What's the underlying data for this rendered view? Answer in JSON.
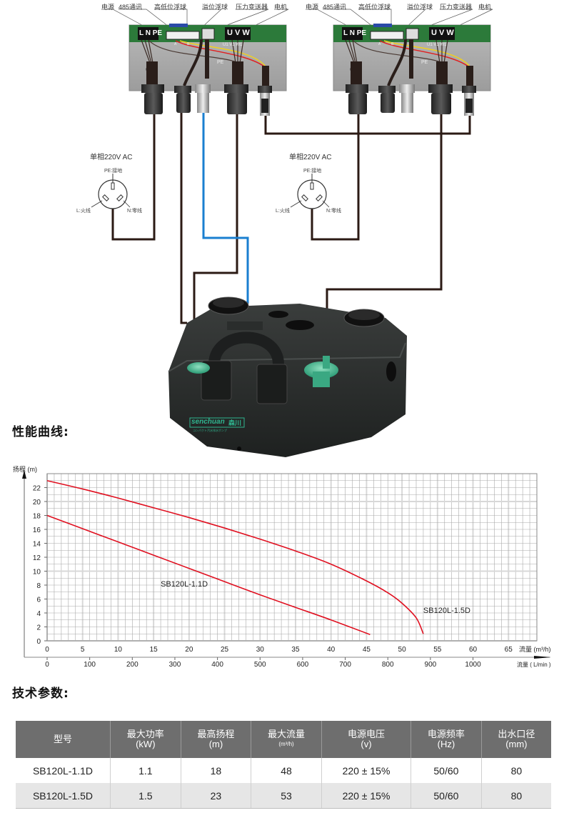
{
  "wiring": {
    "controllers": [
      {
        "terminal_labels": [
          "电源",
          "485通讯",
          "高低位浮球",
          "溢位浮球",
          "压力变送器",
          "电机"
        ],
        "board_text": {
          "power_terminal": "L N PE",
          "motor_terminal": "U V W",
          "motor_leads": "U1 V1  W1",
          "pe": "PE",
          "a": "A",
          "b": "B"
        }
      },
      {
        "terminal_labels": [
          "电源",
          "485通讯",
          "高低位浮球",
          "溢位浮球",
          "压力变送器",
          "电机"
        ],
        "board_text": {
          "power_terminal": "L N PE",
          "motor_terminal": "U V W",
          "motor_leads": "U1 V1  W1",
          "pe": "PE",
          "a": "A",
          "b": "B"
        }
      }
    ],
    "sockets": [
      {
        "title": "单相220V AC",
        "pe": "PE:接地",
        "live": "L:火线",
        "neutral": "N:零线"
      },
      {
        "title": "单相220V AC",
        "pe": "PE:接地",
        "live": "L:火线",
        "neutral": "N:零线"
      }
    ],
    "cable_colors": {
      "power": "#2b1a14",
      "signal": "#1a7fd0",
      "red": "#e02020",
      "yellow": "#f0d020"
    },
    "pump_brand": "senchuan",
    "pump_brand_cn": "森川",
    "pump_subtext": "コンパクト汚水排水ポンプ",
    "brand_color": "#2fb58f"
  },
  "sections": {
    "performance_title": "性能曲线:",
    "spec_title": "技术参数:"
  },
  "chart_data": {
    "type": "line",
    "title": "",
    "ylabel": "扬程 (m)",
    "xlabel": "流量 (m³/h)",
    "xlabel_secondary": "流量 ( L/min )",
    "ylim": [
      0,
      24
    ],
    "xlim": [
      0,
      69
    ],
    "grid": true,
    "y_ticks": [
      0,
      2,
      4,
      6,
      8,
      10,
      12,
      14,
      16,
      18,
      20,
      22
    ],
    "x_ticks": [
      0,
      5,
      10,
      15,
      20,
      25,
      30,
      35,
      40,
      45,
      50,
      55,
      60,
      65
    ],
    "x2_ticks": [
      0,
      100,
      200,
      300,
      400,
      500,
      600,
      700,
      800,
      900,
      1000
    ],
    "series": [
      {
        "name": "SB120L-1.5D",
        "color": "#e01020",
        "x": [
          0,
          5,
          10,
          15,
          20,
          25,
          30,
          35,
          40,
          45,
          48,
          50,
          52,
          53
        ],
        "y": [
          23,
          21.8,
          20.5,
          19.1,
          17.7,
          16.2,
          14.6,
          12.9,
          11,
          8.6,
          6.9,
          5.4,
          3.3,
          1.0
        ]
      },
      {
        "name": "SB120L-1.1D",
        "color": "#e01020",
        "x": [
          0,
          5,
          10,
          15,
          20,
          25,
          30,
          35,
          40,
          45.5
        ],
        "y": [
          18,
          16.1,
          14.2,
          12.3,
          10.4,
          8.5,
          6.6,
          4.8,
          3.0,
          0.9
        ]
      }
    ],
    "annotations": [
      {
        "text": "SB120L-1.1D",
        "x": 16,
        "y": 7.8
      },
      {
        "text": "SB120L-1.5D",
        "x": 53,
        "y": 4.0
      }
    ],
    "line_color": "#e01020",
    "grid_color": "#a9a9a9"
  },
  "spec_table": {
    "headers": [
      {
        "name": "型号",
        "unit": ""
      },
      {
        "name": "最大功率",
        "unit": "(kW)"
      },
      {
        "name": "最高扬程",
        "unit": "(m)"
      },
      {
        "name": "最大流量",
        "unit": "(m³/h)"
      },
      {
        "name": "电源电压",
        "unit": "(v)"
      },
      {
        "name": "电源频率",
        "unit": "(Hz)"
      },
      {
        "name": "出水口径",
        "unit": "(mm)"
      }
    ],
    "rows": [
      [
        "SB120L-1.1D",
        "1.1",
        "18",
        "48",
        "220 ± 15%",
        "50/60",
        "80"
      ],
      [
        "SB120L-1.5D",
        "1.5",
        "23",
        "53",
        "220 ± 15%",
        "50/60",
        "80"
      ]
    ],
    "header_bg": "#6e6e6e",
    "alt_row_bg": "#e6e6e6"
  }
}
